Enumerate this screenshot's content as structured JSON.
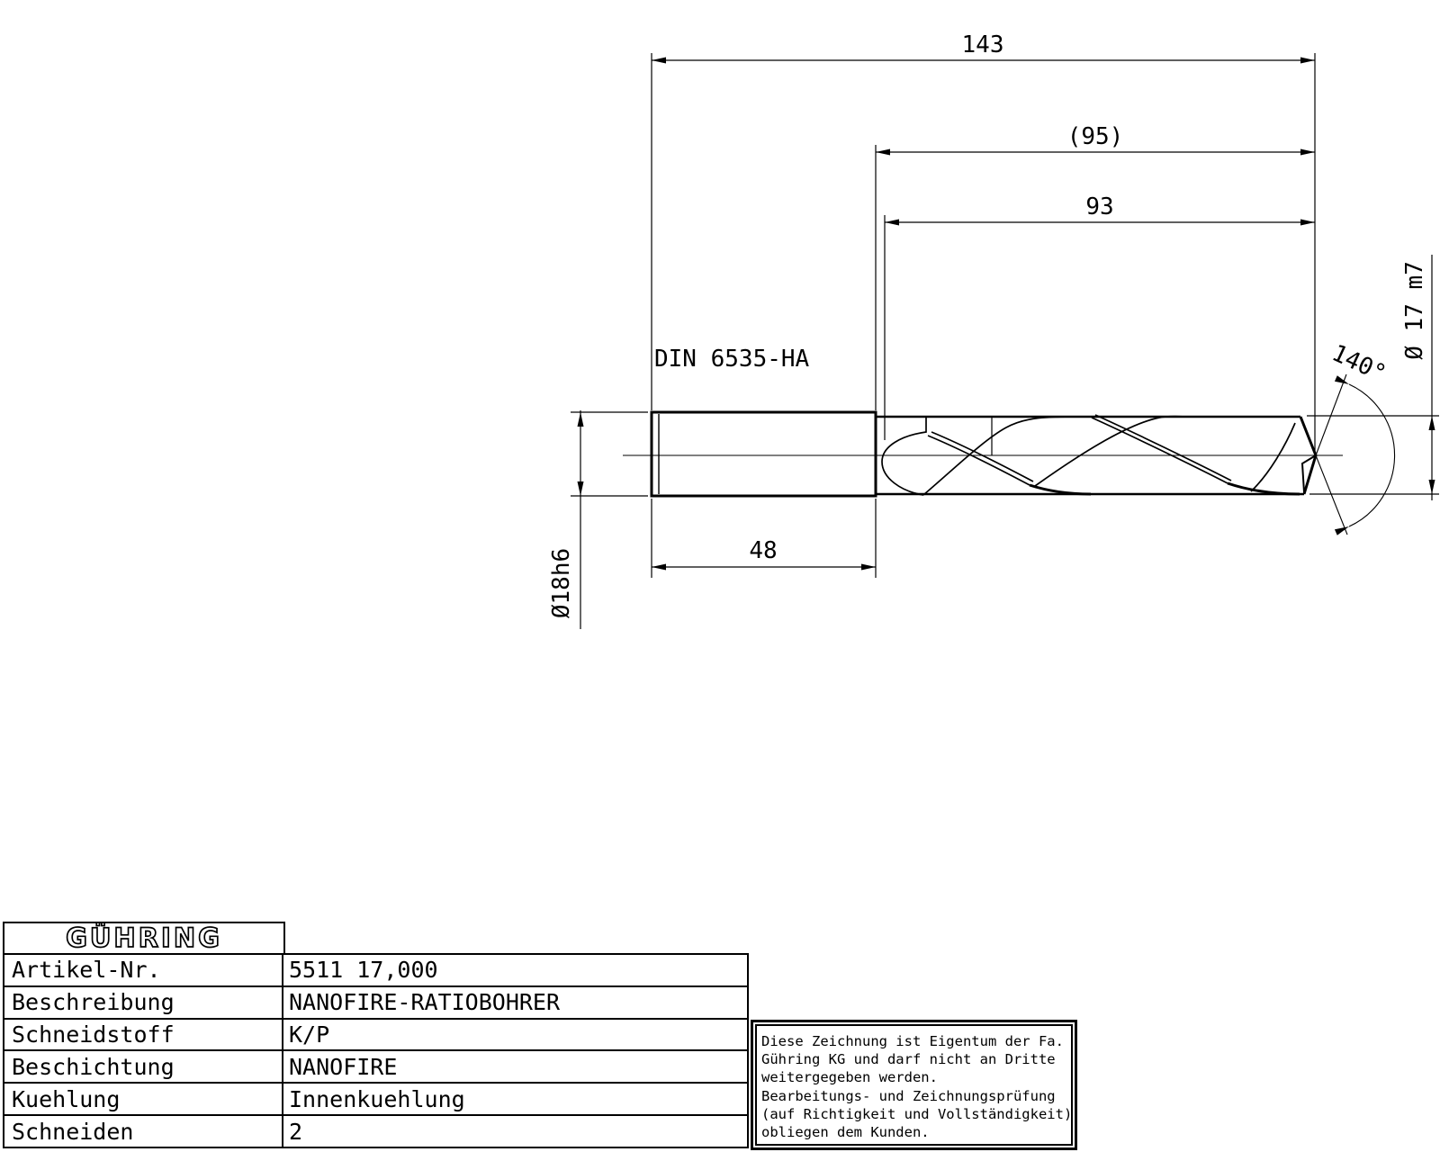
{
  "colors": {
    "ink": "#000000",
    "paper": "#ffffff"
  },
  "drawing": {
    "din_label": "DIN 6535-HA",
    "dim_overall_length": "143",
    "dim_body_length": "(95)",
    "dim_flute_length": "93",
    "dim_shank_length": "48",
    "dim_shank_diameter": "Ø18h6",
    "dim_drill_diameter": "Ø 17 m7",
    "dim_point_angle": "140°"
  },
  "title_block": {
    "logo_text": "GÜHRING",
    "rows": [
      {
        "label": "Artikel-Nr.",
        "value": "5511 17,000"
      },
      {
        "label": "Beschreibung",
        "value": "NANOFIRE-RATIOBOHRER"
      },
      {
        "label": "Schneidstoff",
        "value": "K/P"
      },
      {
        "label": "Beschichtung",
        "value": "NANOFIRE"
      },
      {
        "label": "Kuehlung",
        "value": "Innenkuehlung"
      },
      {
        "label": "Schneiden",
        "value": "2"
      }
    ]
  },
  "disclaimer": {
    "lines": [
      "Diese Zeichnung ist Eigentum der Fa.",
      "Gühring KG und darf nicht an Dritte",
      "weitergegeben werden.",
      "Bearbeitungs- und Zeichnungsprüfung",
      "(auf Richtigkeit und Vollständigkeit)",
      "obliegen dem Kunden."
    ]
  }
}
